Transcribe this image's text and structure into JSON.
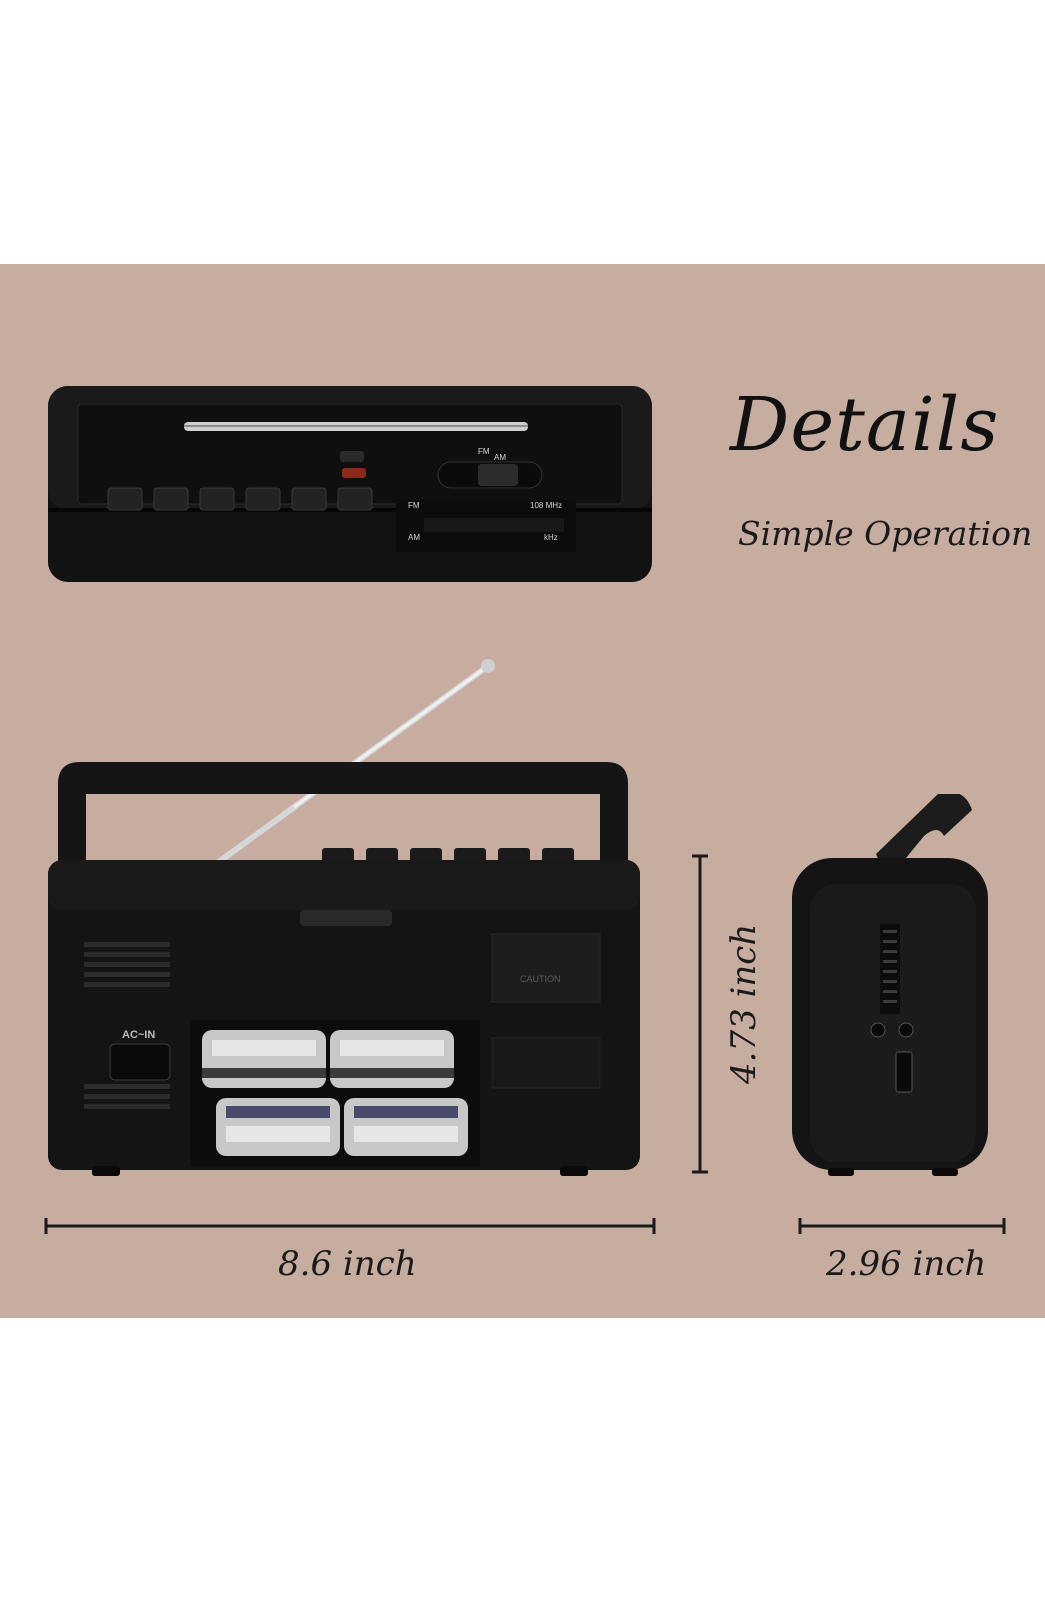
{
  "heading": {
    "title": "Details",
    "subtitle": "Simple Operation"
  },
  "dimensions": {
    "width": "8.6 inch",
    "height": "4.73 inch",
    "depth": "2.96 inch"
  },
  "top_panel_labels": {
    "fm": "FM",
    "am": "AM",
    "fm_freq": "108 MHz",
    "am_unit": "kHz",
    "band_switch": "FM",
    "band_switch_2": "AM",
    "ac_in": "AC~IN",
    "caution": "CAUTION"
  },
  "colors": {
    "background_panel": "#c6ad9f",
    "device": "#141414",
    "accent_button": "#8a2a1a"
  }
}
